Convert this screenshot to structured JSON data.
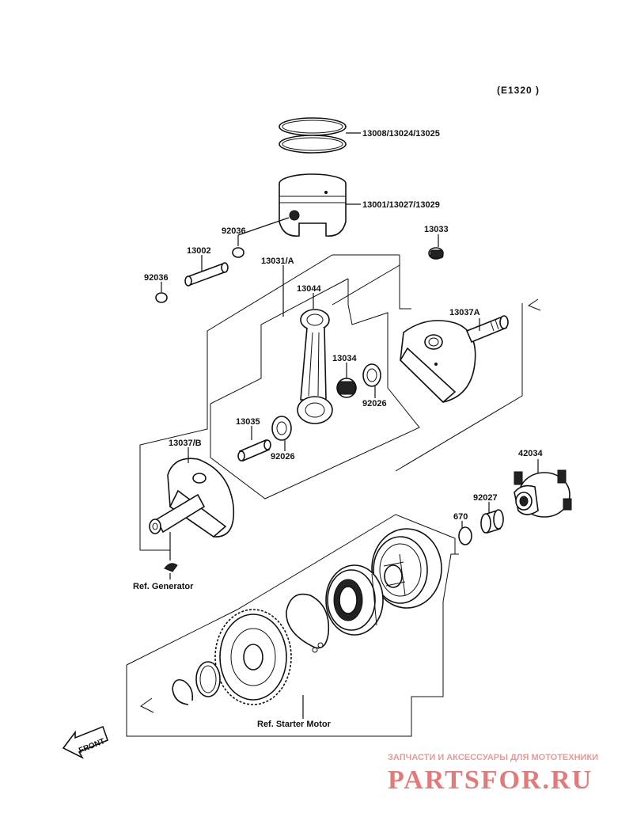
{
  "diagram": {
    "code": "(E1320 )",
    "labels": {
      "rings": "13008/13024/13025",
      "piston": "13001/13027/13029",
      "clip_upper": "92036",
      "pin": "13002",
      "clip_lower": "92036",
      "bearing_small": "13033",
      "crank_assy": "13031/A",
      "rod": "13044",
      "half_a": "13037A",
      "bearing_mid": "13034",
      "washer_a": "92026",
      "pin_crank": "13035",
      "washer_b": "92026",
      "half_b": "13037/B",
      "sprocket": "42034",
      "bearing_b": "92027",
      "oring": "670",
      "ref_generator": "Ref. Generator",
      "ref_starter": "Ref. Starter Motor",
      "front": "FRONT"
    }
  },
  "watermark": {
    "tagline": "ЗАПЧАСТИ И АКСЕССУАРЫ ДЛЯ МОТОТЕХНИКИ",
    "brand": "PARTSFOR.RU"
  }
}
